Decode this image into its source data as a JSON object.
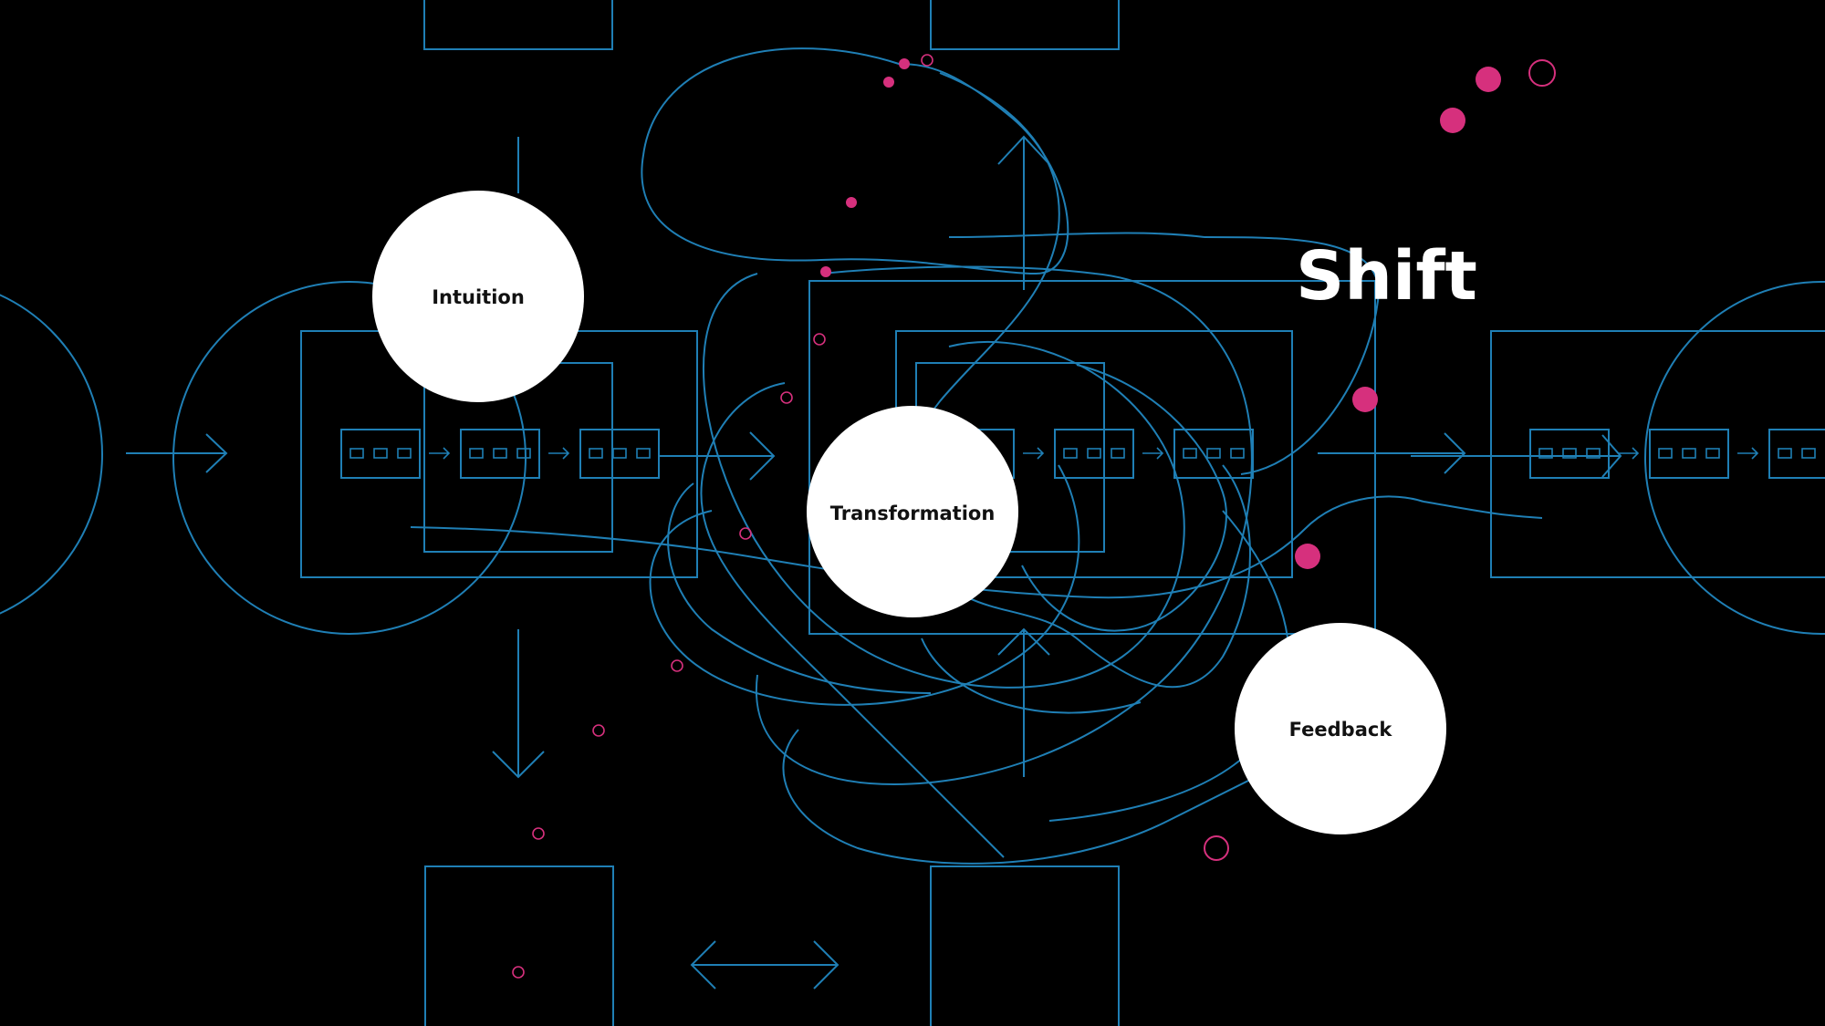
{
  "title": "Shift",
  "nodes": [
    {
      "id": "intuition",
      "label": "Intuition"
    },
    {
      "id": "transformation",
      "label": "Transformation"
    },
    {
      "id": "feedback",
      "label": "Feedback"
    }
  ],
  "colors": {
    "background": "#000000",
    "line": "#1f7fb5",
    "accent": "#d6307d",
    "node_fill": "#ffffff",
    "node_text": "#111111",
    "title": "#ffffff"
  }
}
